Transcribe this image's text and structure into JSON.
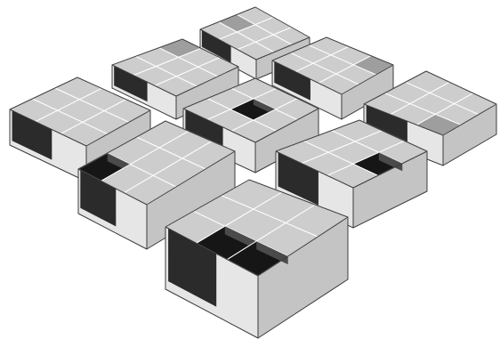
{
  "colors": {
    "background": "#ffffff",
    "top_light": "#cdcdcd",
    "top_medium": "#9e9e9e",
    "hole": "#161616",
    "wall_front_left": "#e6e6e6",
    "wall_front_right": "#c4c4c4",
    "inner_back_wall": "#4a4a4a",
    "grid_lines": "#ffffff",
    "edges": "#3c3c3c"
  },
  "blocks": [
    {
      "id": "top",
      "grid": [
        [
          "L",
          "L",
          "L"
        ],
        [
          "M",
          "L",
          "L"
        ],
        [
          "L",
          "L",
          "L"
        ]
      ]
    },
    {
      "id": "upper-left",
      "grid": [
        [
          "M",
          "L",
          "L"
        ],
        [
          "L",
          "L",
          "L"
        ],
        [
          "L",
          "L",
          "L"
        ]
      ]
    },
    {
      "id": "upper-right",
      "grid": [
        [
          "L",
          "L",
          "M"
        ],
        [
          "L",
          "L",
          "L"
        ],
        [
          "L",
          "L",
          "L"
        ]
      ]
    },
    {
      "id": "left",
      "grid": [
        [
          "L",
          "L",
          "L"
        ],
        [
          "L",
          "L",
          "L"
        ],
        [
          "L",
          "L",
          "L"
        ]
      ]
    },
    {
      "id": "center",
      "grid": [
        [
          "L",
          "L",
          "L"
        ],
        [
          "L",
          "H",
          "L"
        ],
        [
          "L",
          "L",
          "L"
        ]
      ]
    },
    {
      "id": "right",
      "grid": [
        [
          "L",
          "L",
          "L"
        ],
        [
          "L",
          "L",
          "L"
        ],
        [
          "L",
          "L",
          "M"
        ]
      ]
    },
    {
      "id": "lower-left",
      "grid": [
        [
          "L",
          "L",
          "L"
        ],
        [
          "L",
          "L",
          "L"
        ],
        [
          "H",
          "L",
          "L"
        ]
      ]
    },
    {
      "id": "lower-right",
      "grid": [
        [
          "L",
          "L",
          "L"
        ],
        [
          "L",
          "L",
          "H"
        ],
        [
          "L",
          "L",
          "L"
        ]
      ]
    },
    {
      "id": "bottom",
      "grid": [
        [
          "L",
          "L",
          "L"
        ],
        [
          "L",
          "L",
          "L"
        ],
        [
          "L",
          "H",
          "H"
        ]
      ]
    }
  ]
}
